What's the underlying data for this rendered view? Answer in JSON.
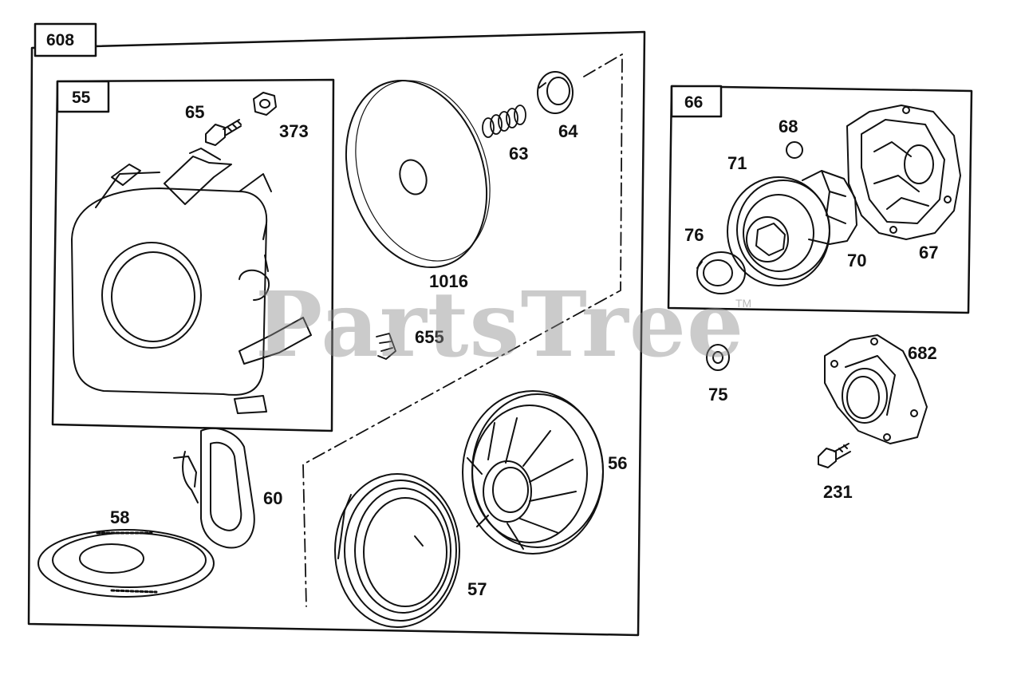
{
  "groups": {
    "g608": "608",
    "g55": "55",
    "g66": "66"
  },
  "callouts": {
    "p65": "65",
    "p373": "373",
    "p1016": "1016",
    "p63": "63",
    "p64": "64",
    "p655": "655",
    "p56": "56",
    "p60": "60",
    "p58": "58",
    "p57": "57",
    "p68": "68",
    "p71": "71",
    "p76": "76",
    "p70": "70",
    "p67": "67",
    "p75": "75",
    "p682": "682",
    "p231": "231"
  },
  "watermark": {
    "text": "PartsTree",
    "tm": "TM"
  }
}
